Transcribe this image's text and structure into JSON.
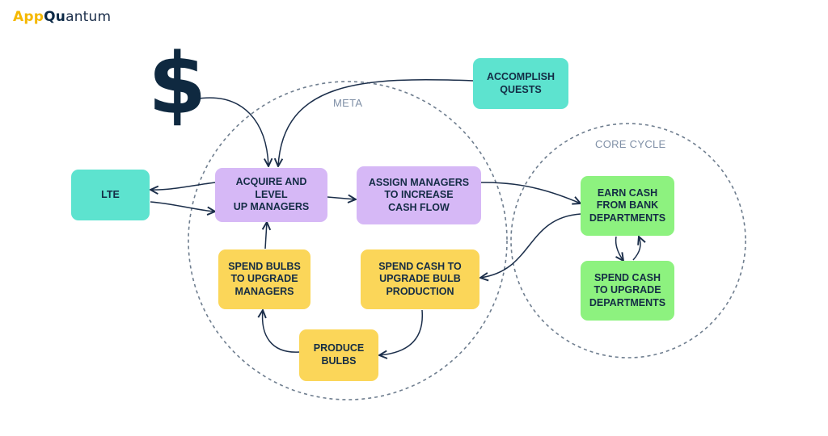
{
  "logo": {
    "part1": "App",
    "part2": "Qu",
    "part3": "antum"
  },
  "dollar_symbol": "$",
  "labels": {
    "meta": "META",
    "core_cycle": "CORE CYCLE"
  },
  "nodes": {
    "accomplish_quests": "ACCOMPLISH\nQUESTS",
    "lte": "LTE",
    "acquire_managers": "ACQUIRE AND LEVEL\nUP MANAGERS",
    "assign_managers": "ASSIGN MANAGERS\nTO INCREASE\nCASH FLOW",
    "earn_cash": "EARN CASH\nFROM BANK\nDEPARTMENTS",
    "spend_cash_departments": "SPEND CASH\nTO UPGRADE\nDEPARTMENTS",
    "spend_bulbs": "SPEND BULBS\nTO UPGRADE\nMANAGERS",
    "spend_cash_bulb": "SPEND CASH TO\nUPGRADE BULB\nPRODUCTION",
    "produce_bulbs": "PRODUCE\nBULBS"
  },
  "colors": {
    "teal": "#5de3cf",
    "purple": "#d6b8f6",
    "yellow": "#fbd659",
    "green": "#8df27f",
    "text": "#142c45",
    "arrow": "#1b2e4a",
    "circle": "#6f7e8f"
  }
}
